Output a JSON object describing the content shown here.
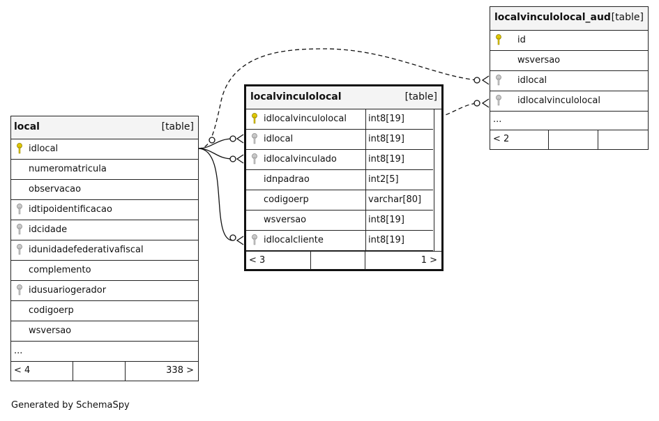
{
  "tables": {
    "local": {
      "name": "local",
      "type": "[table]",
      "columns": [
        {
          "name": "idlocal",
          "key": "primary-key-icon"
        },
        {
          "name": "numeromatricula",
          "key": ""
        },
        {
          "name": "observacao",
          "key": ""
        },
        {
          "name": "idtipoidentificacao",
          "key": "foreign-key-icon"
        },
        {
          "name": "idcidade",
          "key": "foreign-key-icon"
        },
        {
          "name": "idunidadefederativafiscal",
          "key": "foreign-key-icon"
        },
        {
          "name": "complemento",
          "key": ""
        },
        {
          "name": "idusuariogerador",
          "key": "foreign-key-icon"
        },
        {
          "name": "codigoerp",
          "key": ""
        },
        {
          "name": "wsversao",
          "key": ""
        },
        {
          "name": "...",
          "key": ""
        }
      ],
      "footer": {
        "parents": "< 4",
        "rows": "",
        "children": "338 >"
      }
    },
    "localvinculolocal": {
      "name": "localvinculolocal",
      "type": "[table]",
      "columns": [
        {
          "name": "idlocalvinculolocal",
          "type": "int8[19]",
          "key": "primary-key-icon"
        },
        {
          "name": "idlocal",
          "type": "int8[19]",
          "key": "foreign-key-icon"
        },
        {
          "name": "idlocalvinculado",
          "type": "int8[19]",
          "key": "foreign-key-icon"
        },
        {
          "name": "idnpadrao",
          "type": "int2[5]",
          "key": ""
        },
        {
          "name": "codigoerp",
          "type": "varchar[80]",
          "key": ""
        },
        {
          "name": "wsversao",
          "type": "int8[19]",
          "key": ""
        },
        {
          "name": "idlocalcliente",
          "type": "int8[19]",
          "key": "foreign-key-icon"
        }
      ],
      "footer": {
        "parents": "< 3",
        "rows": "",
        "children": "1 >"
      }
    },
    "localvinculolocal_aud": {
      "name": "localvinculolocal_aud",
      "type": "[table]",
      "columns": [
        {
          "name": "id",
          "key": "primary-key-icon"
        },
        {
          "name": "wsversao",
          "key": ""
        },
        {
          "name": "idlocal",
          "key": "foreign-key-icon"
        },
        {
          "name": "idlocalvinculolocal",
          "key": "foreign-key-icon"
        },
        {
          "name": "...",
          "key": ""
        }
      ],
      "footer": {
        "parents": "< 2",
        "rows": "",
        "children": ""
      }
    }
  },
  "generated_by": "Generated by SchemaSpy",
  "colors": {
    "primary_key": "#e0c800",
    "foreign_key": "#b8b8b8",
    "border": "#222222",
    "header_bg": "#f4f4f4"
  }
}
